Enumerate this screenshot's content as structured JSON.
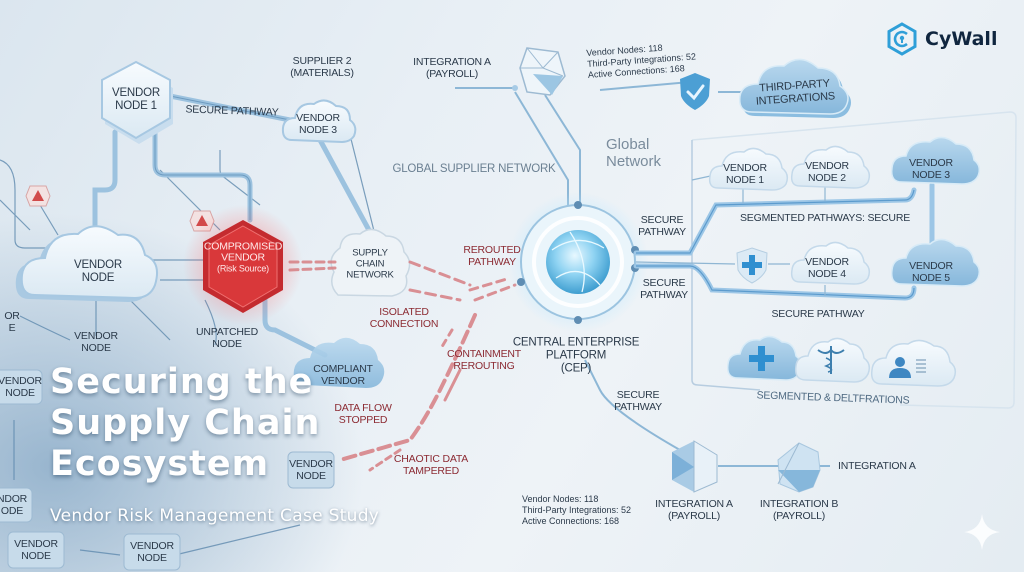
{
  "brand": {
    "name": "CyWall",
    "accent": "#2e9fd8",
    "text_color": "#10263f"
  },
  "title": {
    "lines": [
      "Securing the",
      "Supply Chain",
      "Ecosystem"
    ],
    "subtitle": "Vendor Risk Management Case Study"
  },
  "left_network": {
    "vendor_node_1": "VENDOR\nNODE 1",
    "secure_pathway": "SECURE PATHWAY",
    "supplier_2": "SUPPLIER 2\n(MATERIALS)",
    "vendor_node_3": "VENDOR\nNODE 3",
    "vendor_node_main": "VENDOR\nNODE",
    "compromised": {
      "line1": "COMPROMISED",
      "line2": "VENDOR",
      "line3": "(Risk Source)",
      "color": "#d9383a"
    },
    "supply_chain_network": "SUPPLY\nCHAIN\nNETWORK",
    "unpatched_node": "UNPATCHED\nNODE",
    "compliant_vendor": "COMPLIANT\nVENDOR",
    "vendor_node_generic": "VENDOR\nNODE",
    "vendor_node_partial_1": "OR\nE",
    "vendor_node_partial_2": "NDOR\nODE"
  },
  "threat_labels": {
    "isolated_connection": "ISOLATED\nCONNECTION",
    "rerouted_pathway": "REROUTED\nPATHWAY",
    "containment_rerouting": "CONTAINMENT\nREROUTING",
    "data_flow_stopped": "DATA FLOW\nSTOPPED",
    "chaotic_data": "CHAOTIC DATA\nTAMPERED"
  },
  "center": {
    "integration_a_top": "INTEGRATION A\n(PAYROLL)",
    "global_supplier_network": "GLOBAL SUPPLIER NETWORK",
    "cep": "CENTRAL ENTERPRISE\nPLATFORM\n(CEP)",
    "secure_pathway_upper": "SECURE\nPATHWAY",
    "secure_pathway_lower": "SECURE\nPATHWAY",
    "secure_pathway_bottom": "SECURE\nPATHWAY"
  },
  "stats_top": [
    "Vendor Nodes: 118",
    "Third-Party Integrations: 52",
    "Active Connections: 168"
  ],
  "stats_bottom": [
    "Vendor Nodes: 118",
    "Third-Party Integrations: 52",
    "Active Connections: 168"
  ],
  "right_panel": {
    "third_party": "THIRD-PARTY\nINTEGRATIONS",
    "global_network": "Global\nNetwork",
    "nodes": [
      "VENDOR\nNODE 1",
      "VENDOR\nNODE 2",
      "VENDOR\nNODE 3",
      "VENDOR\nNODE 4",
      "VENDOR\nNODE 5"
    ],
    "segmented_secure": "SEGMENTED PATHWAYS: SECURE",
    "secure_pathway": "SECURE PATHWAY",
    "segmented_footer": "SEGMENTED & DELTFRATIONS",
    "service_icons": [
      "medical-cross-icon",
      "caduceus-icon",
      "id-card-icon"
    ]
  },
  "bottom_integrations": {
    "integration_a": "INTEGRATION A\n(PAYROLL)",
    "integration_b": "INTEGRATION B\n(PAYROLL)",
    "integration_a_tag": "INTEGRATION A"
  }
}
